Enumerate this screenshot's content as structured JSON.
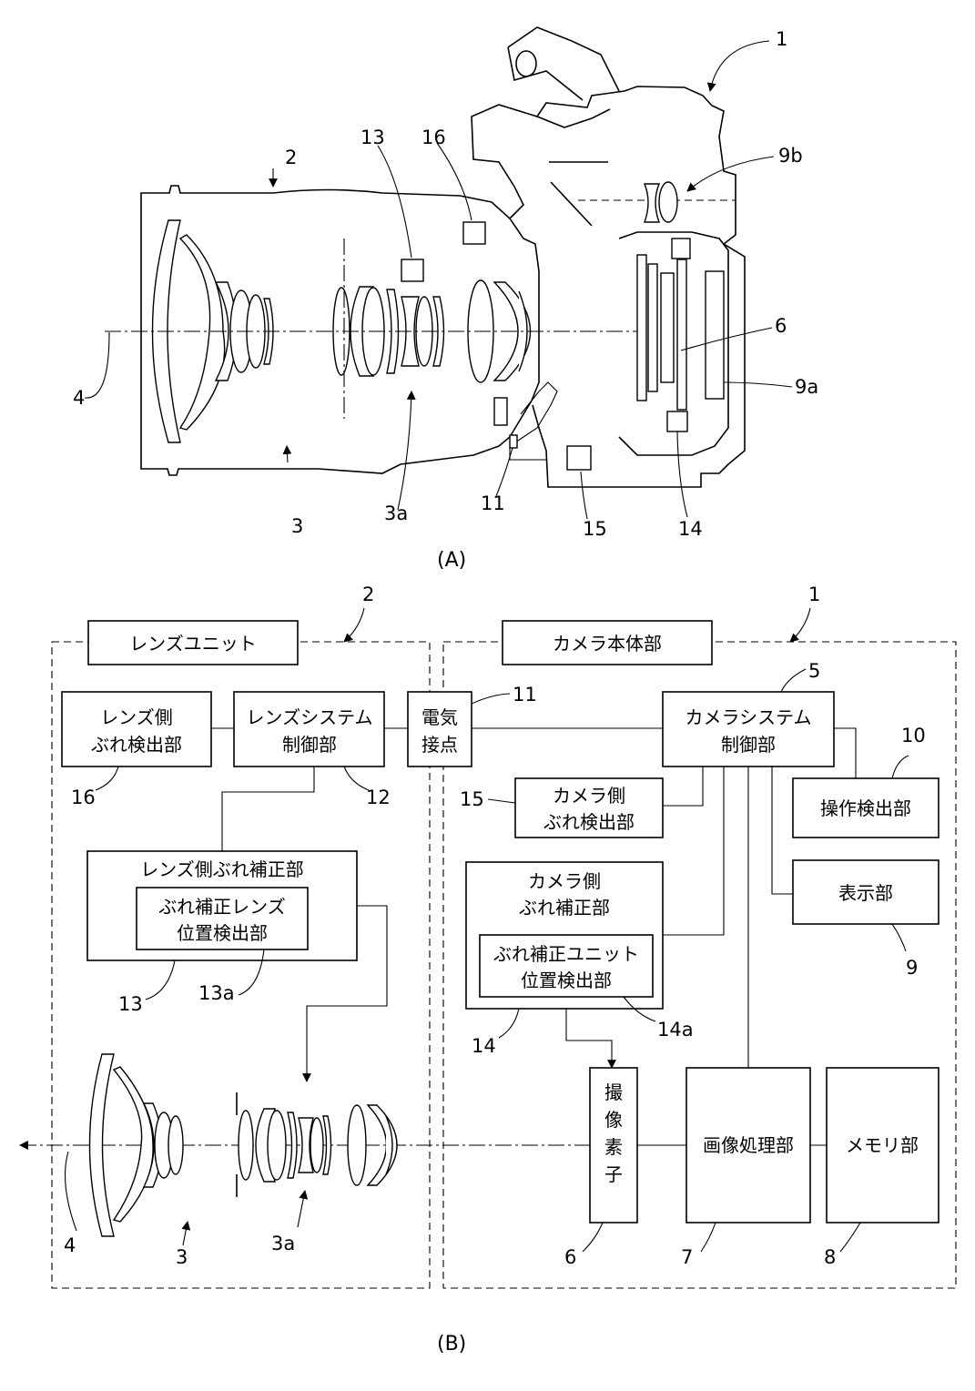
{
  "figure_a": {
    "caption": "(A)",
    "labels": {
      "camera_body": "1",
      "lens_unit": "2",
      "optical_system": "3",
      "correction_lens": "3a",
      "optical_axis": "4",
      "image_sensor": "6",
      "display_rear": "9a",
      "viewfinder": "9b",
      "contact": "11",
      "lens_shake_corrector": "13",
      "camera_shake_corrector": "14",
      "camera_shake_detector": "15",
      "lens_shake_detector": "16"
    }
  },
  "figure_b": {
    "caption": "(B)",
    "lens_unit": {
      "title": "レンズユニット",
      "ref": "2"
    },
    "camera_body": {
      "title": "カメラ本体部",
      "ref": "1"
    },
    "blocks": {
      "lens_shake_detector": {
        "line1": "レンズ側",
        "line2": "ぶれ検出部",
        "ref": "16"
      },
      "lens_system_controller": {
        "line1": "レンズシステム",
        "line2": "制御部",
        "ref": "12"
      },
      "electrical_contact": {
        "line1": "電気",
        "line2": "接点",
        "ref": "11"
      },
      "camera_system_controller": {
        "line1": "カメラシステム",
        "line2": "制御部",
        "ref": "5"
      },
      "camera_shake_detector": {
        "line1": "カメラ側",
        "line2": "ぶれ検出部",
        "ref": "15"
      },
      "operation_detector": {
        "text": "操作検出部",
        "ref": "10"
      },
      "display": {
        "text": "表示部",
        "ref": "9"
      },
      "lens_shake_corrector": {
        "title": "レンズ側ぶれ補正部",
        "ref": "13"
      },
      "lens_position_detector": {
        "line1": "ぶれ補正レンズ",
        "line2": "位置検出部",
        "ref": "13a"
      },
      "camera_shake_corrector": {
        "line1": "カメラ側",
        "line2": "ぶれ補正部",
        "ref": "14"
      },
      "unit_position_detector": {
        "line1": "ぶれ補正ユニット",
        "line2": "位置検出部",
        "ref": "14a"
      },
      "image_sensor": {
        "chars": [
          "撮",
          "像",
          "素",
          "子"
        ],
        "ref": "6"
      },
      "image_processor": {
        "text": "画像処理部",
        "ref": "7"
      },
      "memory": {
        "text": "メモリ部",
        "ref": "8"
      }
    },
    "labels": {
      "optical_axis": "4",
      "optical_system": "3",
      "correction_lens": "3a"
    }
  }
}
